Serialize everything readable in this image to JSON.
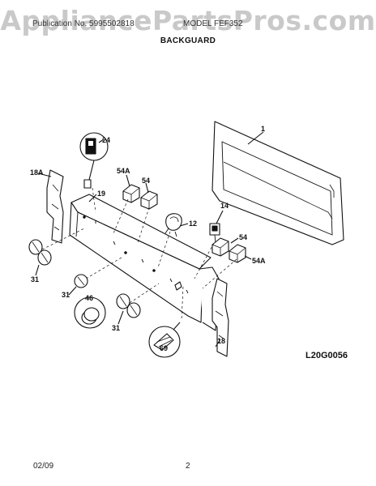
{
  "watermark": "AppliancePartsPros.com",
  "header": {
    "left": "Publication No. 5995502818",
    "right": "MODEL FEF352"
  },
  "section_title": "BACKGUARD",
  "figure_id": "L20G0056",
  "footer": {
    "date": "02/09",
    "page": "2"
  },
  "callouts": {
    "c1": "1",
    "c24": "24",
    "c18a": "18A",
    "c54a_top": "54A",
    "c54_top": "54",
    "c19": "19",
    "c12": "12",
    "c14": "14",
    "c54_right": "54",
    "c54a_right": "54A",
    "c31_left": "31",
    "c31_mid": "31",
    "c31_bottom": "31",
    "c46": "46",
    "c69": "69",
    "c18": "18"
  }
}
